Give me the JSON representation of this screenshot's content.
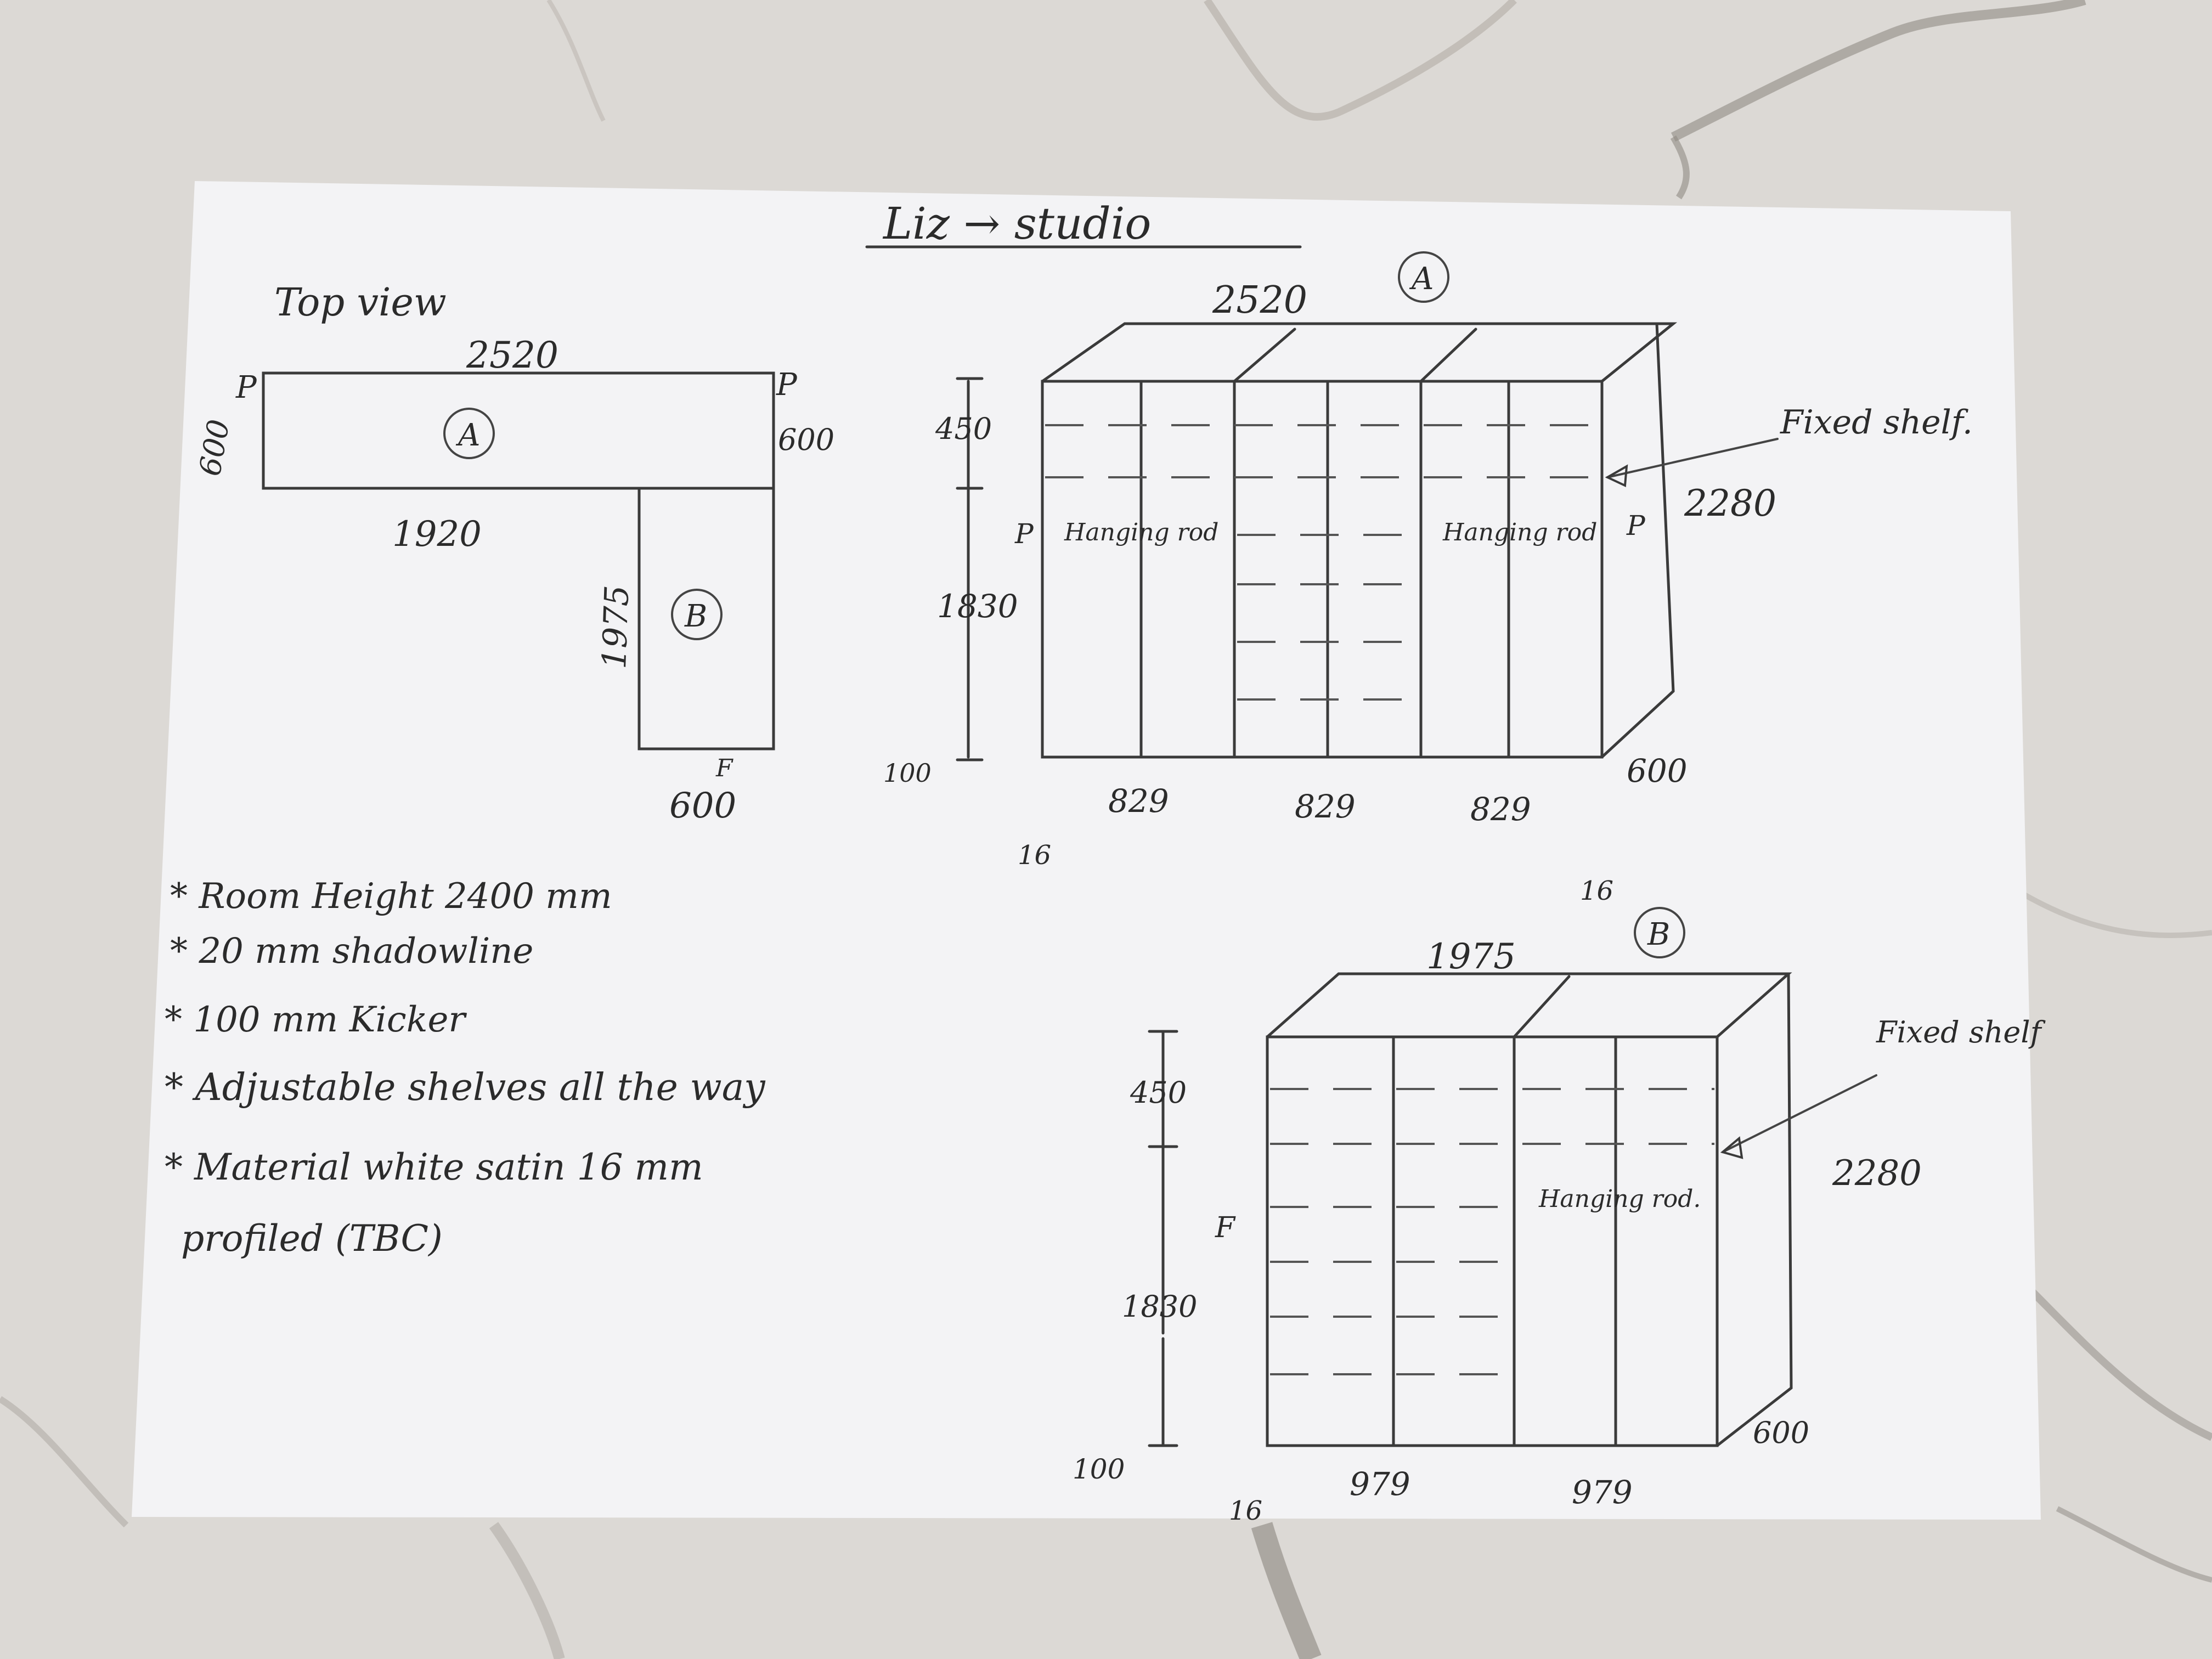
{
  "title": "Liz → studio",
  "top_view": {
    "label": "Top view",
    "a_length": "2520",
    "a_depth_left": "600",
    "a_depth_right": "600",
    "a_bottom_length": "1920",
    "b_length": "1975",
    "b_width": "600",
    "marker_a": "A",
    "marker_b": "B",
    "p_left": "P",
    "p_right": "P",
    "f_mark": "F"
  },
  "notes": [
    "* Room Height 2400 mm",
    "* 20 mm shadowline",
    "* 100 mm Kicker",
    "* Adjustable shelves all the way",
    "* Material white satin 16 mm",
    "profiled (TBC)"
  ],
  "elevation_a": {
    "marker": "A",
    "width": "2520",
    "top_height": "450",
    "mid_height": "1830",
    "kicker": "100",
    "total_height": "2280",
    "depth": "600",
    "bay_widths": [
      "829",
      "829",
      "829"
    ],
    "end_panel_left": "16",
    "end_panel_right": "16",
    "fixed_shelf_label": "Fixed shelf.",
    "hanging_rod_left": "Hanging rod",
    "hanging_rod_right": "Hanging rod",
    "p_left": "P",
    "p_right": "P"
  },
  "elevation_b": {
    "marker": "B",
    "width": "1975",
    "top_height": "450",
    "mid_height": "1830",
    "kicker": "100",
    "total_height": "2280",
    "depth": "600",
    "bay_widths": [
      "979",
      "979"
    ],
    "end_panel_left": "16",
    "fixed_shelf_label": "Fixed shelf",
    "hanging_rod": "Hanging rod.",
    "f_mark": "F"
  },
  "colors": {
    "paper": "#f4f4f6",
    "ink": "#2b2b2b",
    "marble": "#d9d6d2"
  }
}
